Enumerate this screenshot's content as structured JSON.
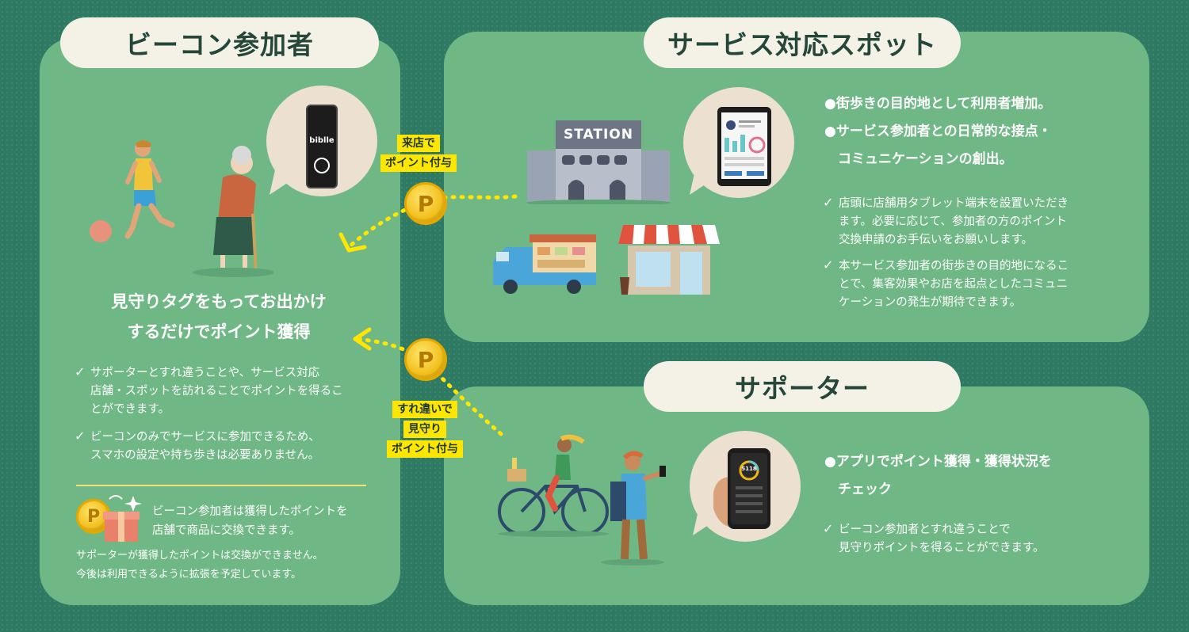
{
  "beacon_participant": {
    "title": "ビーコン参加者",
    "headline": [
      "見守りタグをもってお出かけ",
      "するだけでポイント獲得"
    ],
    "checks": [
      [
        "サポーターとすれ違うことや、サービス対応",
        "店舗・スポットを訪れることでポイントを得るこ",
        "とができます。"
      ],
      [
        "ビーコンのみでサービスに参加できるため、",
        "スマホの設定や持ち歩きは必要ありません。"
      ]
    ],
    "exchange_text": [
      "ビーコン参加者は獲得したポイントを",
      "店舗で商品に交換できます。"
    ],
    "notes": [
      "サポーターが獲得したポイントは交換ができません。",
      "今後は利用できるように拡張を予定しています。"
    ],
    "tag_brand": "biblle"
  },
  "service_spot": {
    "title": "サービス対応スポット",
    "station_sign": "STATION",
    "bullets": [
      "●街歩きの目的地として利用者増加。",
      "●サービス参加者との日常的な接点・",
      "　コミュニケーションの創出。"
    ],
    "checks": [
      [
        "店頭に店舗用タブレット端末を設置いただき",
        "ます。必要に応じて、参加者の方のポイント",
        "交換申請のお手伝いをお願いします。"
      ],
      [
        "本サービス参加者の街歩きの目的地になるこ",
        "とで、集客効果やお店を起点としたコミュニ",
        "ケーションの発生が期待できます。"
      ]
    ]
  },
  "supporter": {
    "title": "サポーター",
    "bullets": [
      "●アプリでポイント獲得・獲得状況を",
      "　チェック"
    ],
    "checks": [
      [
        "ビーコン参加者とすれ違うことで",
        "見守りポイントを得ることができます。"
      ]
    ],
    "phone_value": "5118"
  },
  "arrows": {
    "store_visit": [
      "来店で",
      "ポイント付与"
    ],
    "pass_by": [
      "すれ違いで",
      "見守り",
      "ポイント付与"
    ],
    "coin_letter": "P"
  },
  "colors": {
    "background": "#2e7a62",
    "panel": "#6fb886",
    "pill": "#f4f2e6",
    "tag": "#ffe600",
    "coin": "#f0b812"
  }
}
